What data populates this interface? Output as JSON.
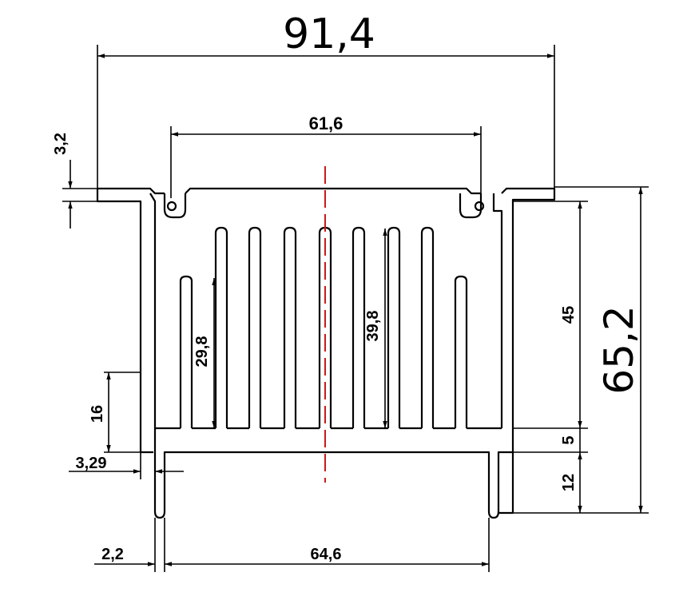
{
  "drawing": {
    "type": "technical-drawing",
    "subject": "heatsink-profile-cross-section",
    "line_color": "#000000",
    "centerline_color": "#e01010",
    "dimensions": {
      "overall_width": "91,4",
      "mount_slot_spacing": "61,6",
      "flange_thickness": "3,2",
      "overall_height": "65,2",
      "fin_height": "45",
      "base_thickness": "5",
      "channel_depth": "12",
      "short_fin_height": "29,8",
      "long_fin_height": "39,8",
      "lower_wall_height": "16",
      "lower_wall_offset": "3,29",
      "leg_thickness": "2,2",
      "channel_width": "64,6"
    }
  }
}
